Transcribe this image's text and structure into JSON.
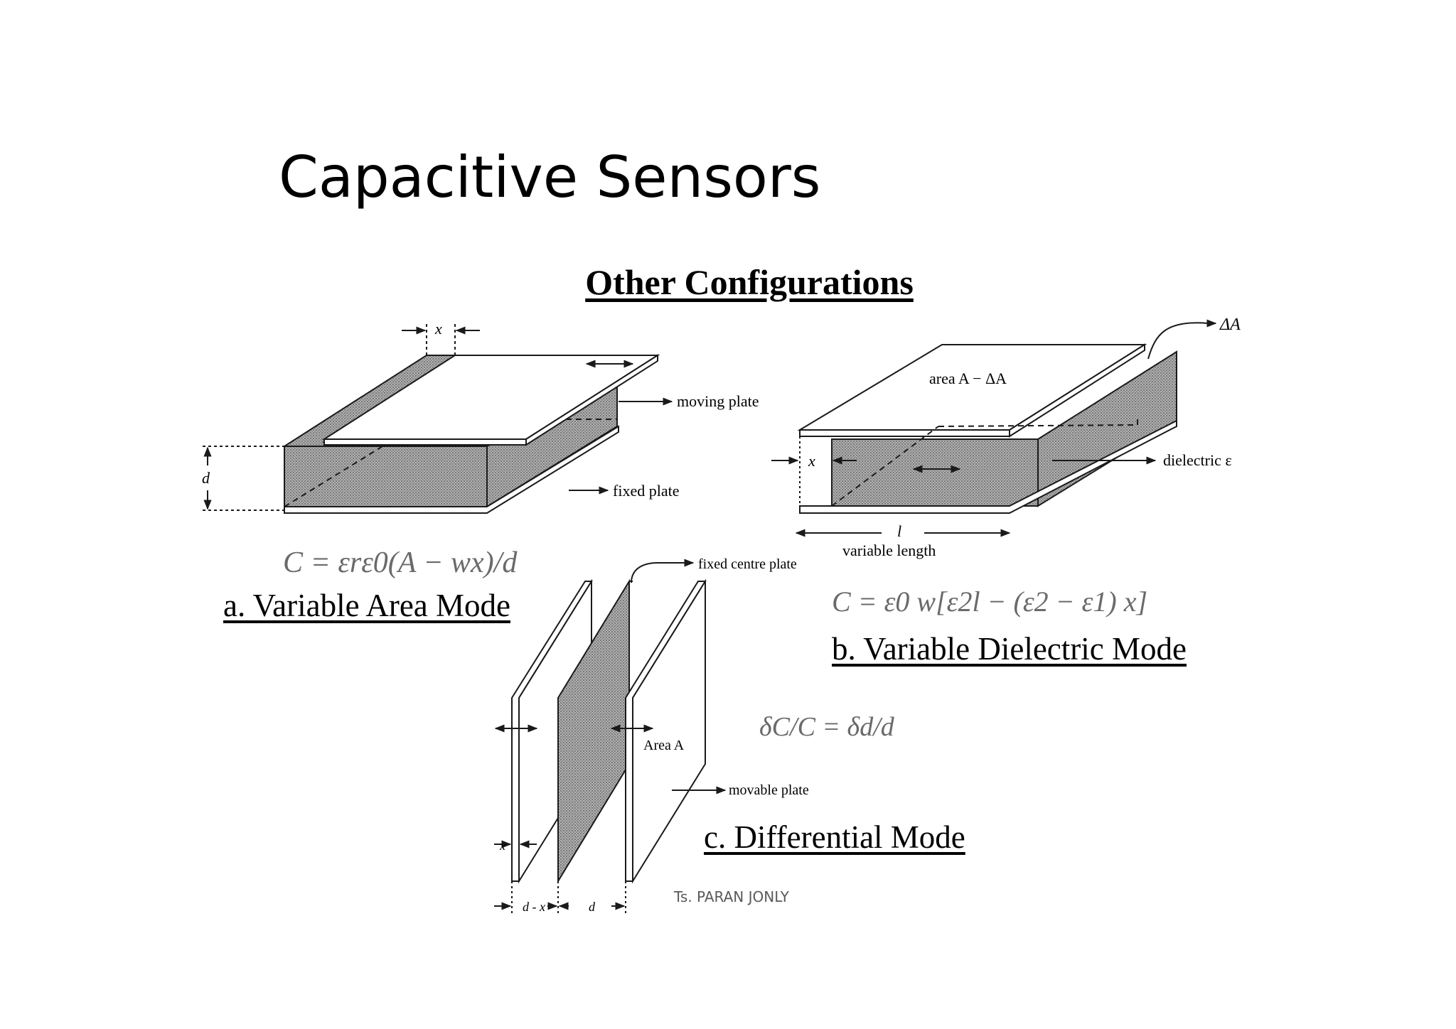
{
  "slide": {
    "title": "Capacitive Sensors",
    "subtitle": "Other Configurations",
    "footer": "Ts. PARAN JONLY"
  },
  "modes": {
    "a": {
      "label": "a. Variable Area Mode",
      "formula": "C = εrε0(A − wx)/d",
      "moving_plate": "moving plate",
      "fixed_plate": "fixed plate",
      "x_label": "x",
      "d_label": "d"
    },
    "b": {
      "label": "b. Variable Dielectric Mode",
      "formula": "C = ε0 w[ε2l − (ε2 − ε1) x]",
      "area_label": "area A − ΔA",
      "delta_area": "ΔA",
      "dielectric_label": "dielectric ε",
      "x_label": "x",
      "l_label": "l",
      "length_label": "variable length"
    },
    "c": {
      "label": "c. Differential Mode",
      "formula": "δC/C = δd/d",
      "fixed_centre_plate": "fixed centre plate",
      "area_label": "Area A",
      "movable_plate": "movable plate",
      "x_label": "x",
      "dx_label": "d - x",
      "d_label": "d"
    }
  },
  "colors": {
    "hatch": "#8a8a8a",
    "ink": "#1a1a1a"
  }
}
